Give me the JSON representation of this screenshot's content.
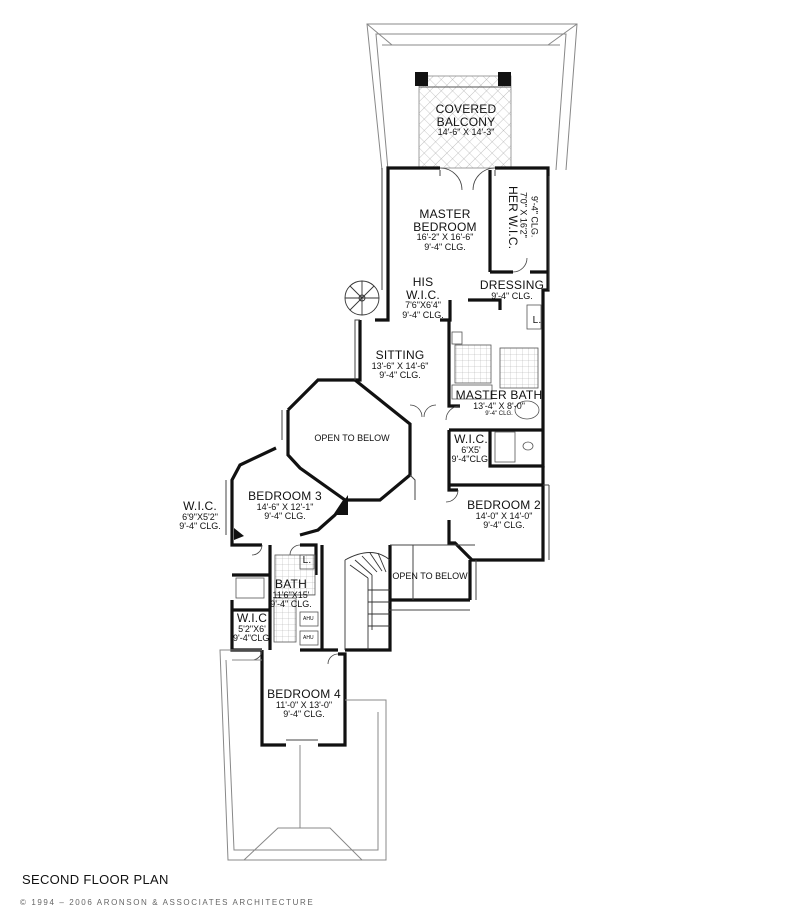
{
  "plan": {
    "title": "SECOND FLOOR PLAN",
    "copyright": "© 1994 – 2006 ARONSON & ASSOCIATES ARCHITECTURE"
  },
  "rooms": {
    "covered_balcony": {
      "name1": "COVERED",
      "name2": "BALCONY",
      "dims": "14'-6\" X 14'-3\""
    },
    "master_bedroom": {
      "name1": "MASTER",
      "name2": "BEDROOM",
      "dims": "16'-2\" X 16'-6\"",
      "clg": "9'-4\" CLG."
    },
    "her_wic": {
      "name": "HER W.I.C.",
      "dims": "7'0\" X 16'2\"",
      "clg": "9'-4\" CLG."
    },
    "his_wic": {
      "name1": "HIS",
      "name2": "W.I.C.",
      "dims": "7'6\"X6'4\"",
      "clg": "9'-4\" CLG."
    },
    "dressing": {
      "name": "DRESSING",
      "clg": "9'-4\" CLG."
    },
    "sitting": {
      "name": "SITTING",
      "dims": "13'-6\" X 14'-6\"",
      "clg": "9'-4\" CLG."
    },
    "master_bath": {
      "name": "MASTER BATH",
      "dims": "13'-4\" X 8'-0\"",
      "clg": "9'-4\" CLG."
    },
    "wic_bed2": {
      "name": "W.I.C.",
      "dims": "6'X5'",
      "clg": "9'-4\"CLG."
    },
    "bedroom2": {
      "name": "BEDROOM 2",
      "dims": "14'-0\" X 14'-0\"",
      "clg": "9'-4\" CLG."
    },
    "open_below_1": {
      "name": "OPEN TO BELOW"
    },
    "open_below_2": {
      "name": "OPEN TO BELOW"
    },
    "bedroom3": {
      "name": "BEDROOM 3",
      "dims": "14'-6\" X 12'-1\"",
      "clg": "9'-4\" CLG."
    },
    "wic_bed3": {
      "name": "W.I.C.",
      "dims": "6'9\"X5'2\"",
      "clg": "9'-4\" CLG."
    },
    "bath": {
      "name": "BATH",
      "dims": "11'6\"X15'",
      "clg": "9'-4\" CLG."
    },
    "wic_small": {
      "name": "W.I.C",
      "dims": "5'2\"X6'",
      "clg": "9'-4\"CLG."
    },
    "bedroom4": {
      "name": "BEDROOM 4",
      "dims": "11'-0\" X 13'-0\"",
      "clg": "9'-4\" CLG."
    }
  },
  "marks": {
    "linen": "L.",
    "ahu": "AHU"
  }
}
